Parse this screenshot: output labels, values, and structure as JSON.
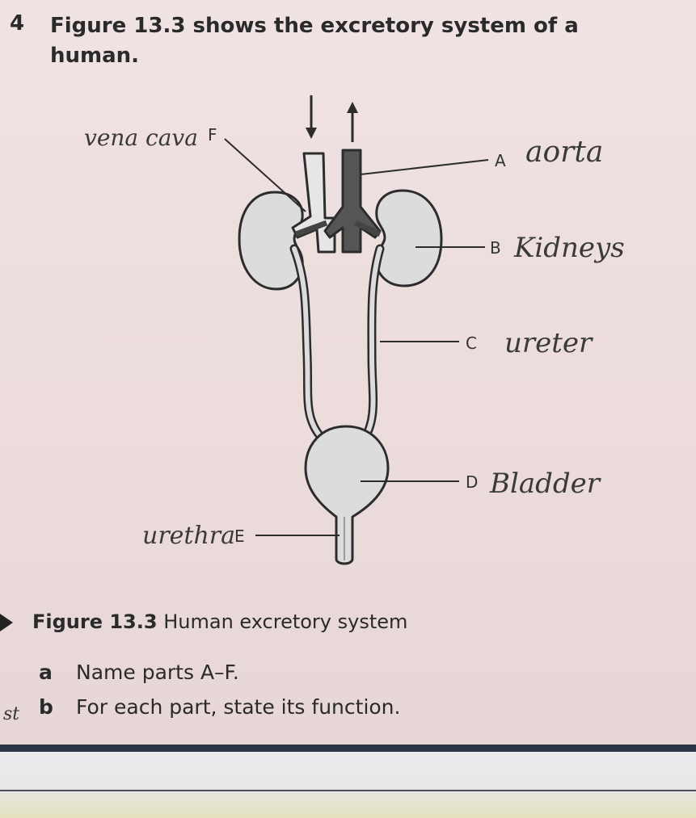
{
  "question": {
    "number": "4",
    "text": "Figure 13.3 shows the excretory system of a human."
  },
  "diagram": {
    "labels": {
      "A": "A",
      "B": "B",
      "C": "C",
      "D": "D",
      "E": "E",
      "F": "F"
    },
    "handwritten": {
      "A": "aorta",
      "B": "Kidneys",
      "C": "ureter",
      "D": "Bladder",
      "E": "urethra",
      "F": "vena cava"
    }
  },
  "caption": {
    "figure": "Figure 13.3",
    "title": "Human excretory system"
  },
  "sub_questions": [
    {
      "letter": "a",
      "text": "Name parts A–F."
    },
    {
      "letter": "b",
      "text": "For each part, state its function."
    }
  ],
  "margin_note": "st",
  "colors": {
    "organ_fill": "#dcdcdc",
    "outline": "#2c2c2c",
    "aorta_fill": "#555555",
    "page": "#efe2e2"
  }
}
